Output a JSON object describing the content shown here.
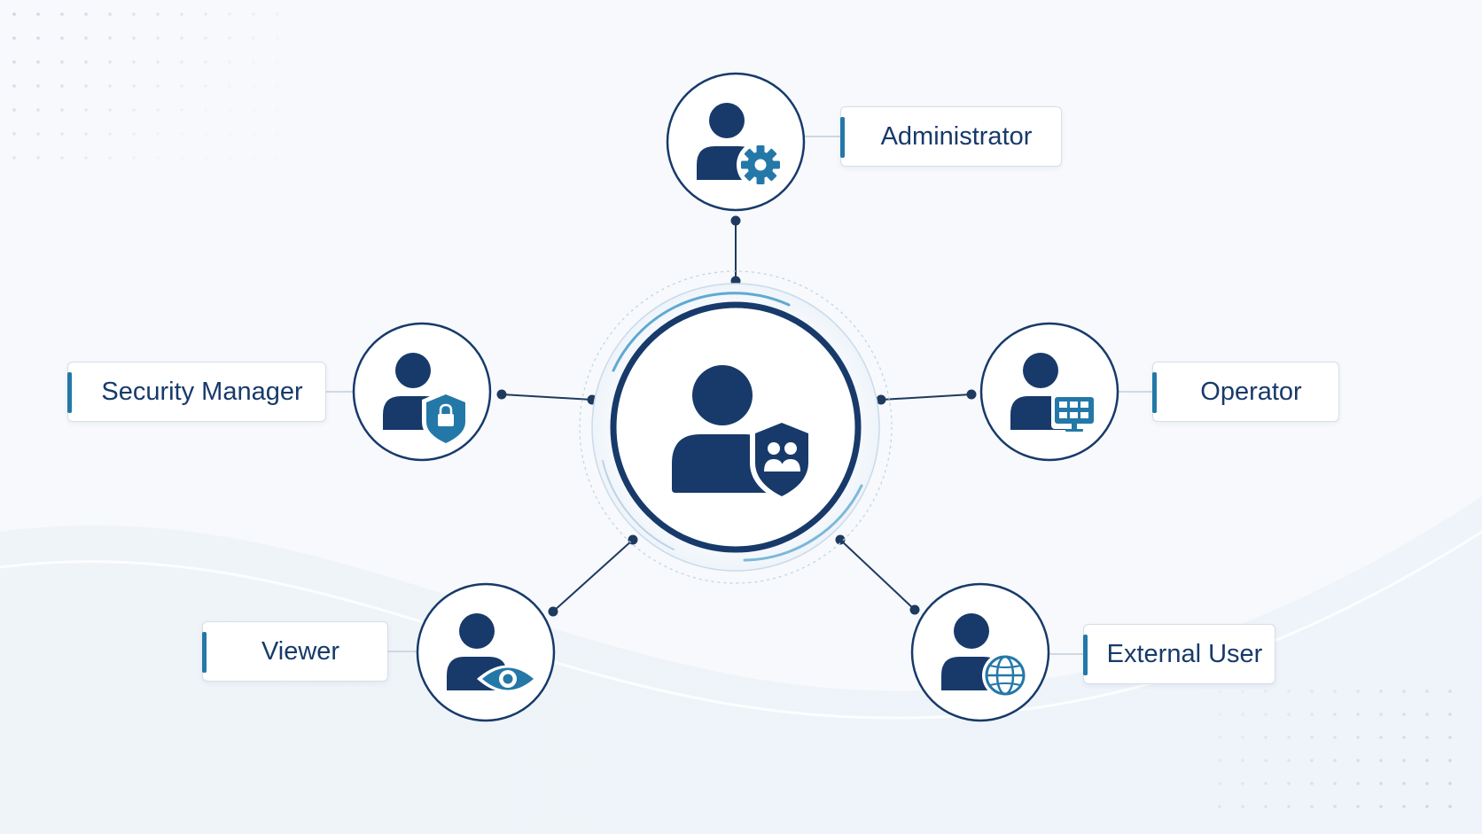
{
  "colors": {
    "navy": "#173a6a",
    "teal": "#2478a8",
    "background": "#f7f9fc",
    "card_border": "#d6dee8",
    "connector": "#1e3a5f"
  },
  "center": {
    "icon": "user-shield-group-icon"
  },
  "roles": [
    {
      "id": "administrator",
      "label": "Administrator",
      "icon": "gear-icon"
    },
    {
      "id": "security-manager",
      "label": "Security Manager",
      "icon": "lock-shield-icon"
    },
    {
      "id": "operator",
      "label": "Operator",
      "icon": "monitor-grid-icon"
    },
    {
      "id": "viewer",
      "label": "Viewer",
      "icon": "eye-icon"
    },
    {
      "id": "external-user",
      "label": "External User",
      "icon": "globe-icon"
    }
  ]
}
